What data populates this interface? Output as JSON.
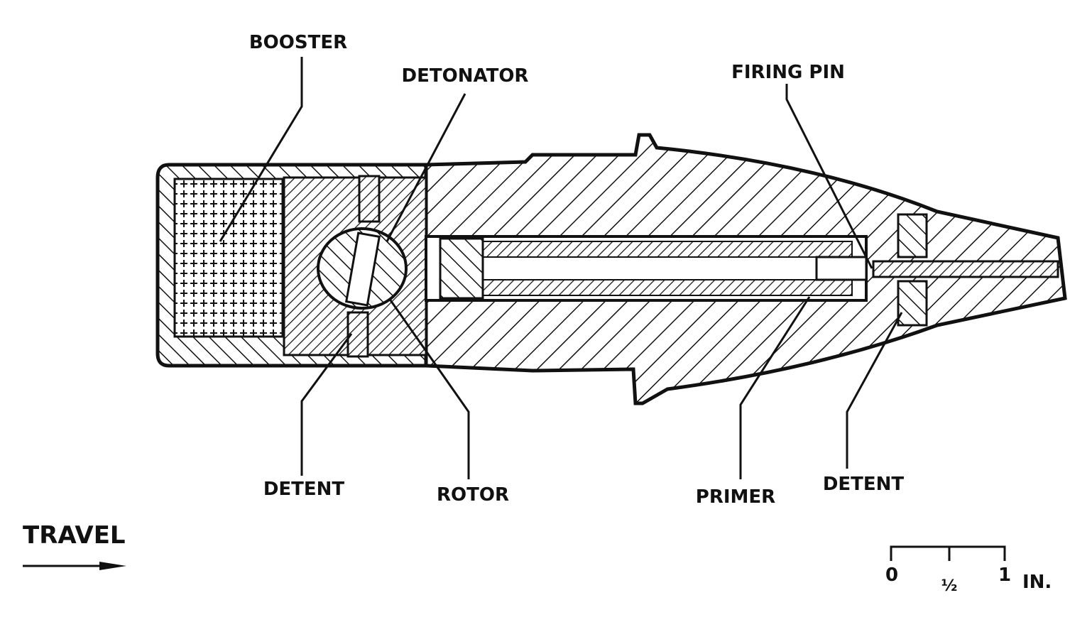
{
  "labels": {
    "booster": "BOOSTER",
    "detonator": "DETONATOR",
    "firing_pin": "FIRING PIN",
    "detent_left": "DETENT",
    "rotor": "ROTOR",
    "primer": "PRIMER",
    "detent_right": "DETENT",
    "travel": "TRAVEL"
  },
  "scale": {
    "zero": "0",
    "half": "½",
    "one": "1",
    "unit": "IN."
  }
}
